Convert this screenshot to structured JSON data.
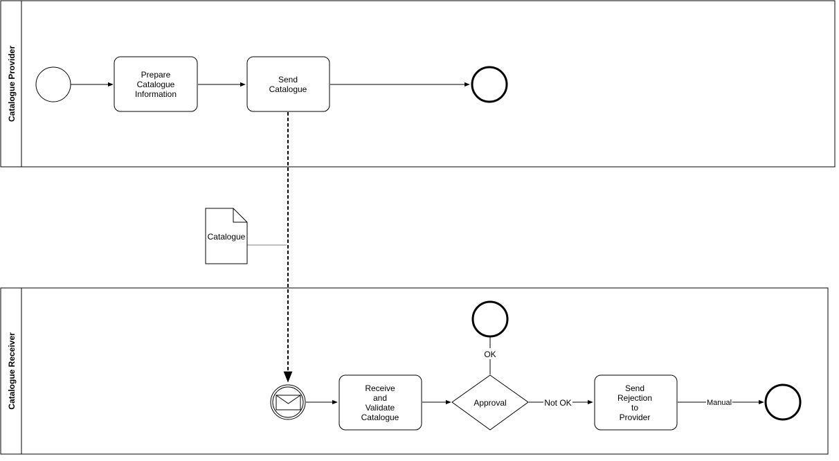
{
  "pools": {
    "provider": {
      "label": "Catalogue Provider"
    },
    "receiver": {
      "label": "Catalogue Receiver"
    }
  },
  "tasks": {
    "prepare": {
      "line1": "Prepare",
      "line2": "Catalogue",
      "line3": "Information"
    },
    "send_catalogue": {
      "line1": "Send",
      "line2": "Catalogue"
    },
    "receive_validate": {
      "line1": "Receive",
      "line2": "and",
      "line3": "Validate",
      "line4": "Catalogue"
    },
    "send_rejection": {
      "line1": "Send",
      "line2": "Rejection",
      "line3": "to",
      "line4": "Provider"
    }
  },
  "gateway": {
    "label": "Approval"
  },
  "data_object": {
    "label": "Catalogue"
  },
  "edges": {
    "ok": "OK",
    "not_ok": "Not OK",
    "manual": "Manual"
  },
  "icons": {
    "message_start": "envelope-icon"
  },
  "colors": {
    "stroke": "#000000",
    "background": "#ffffff",
    "association": "#808080"
  }
}
